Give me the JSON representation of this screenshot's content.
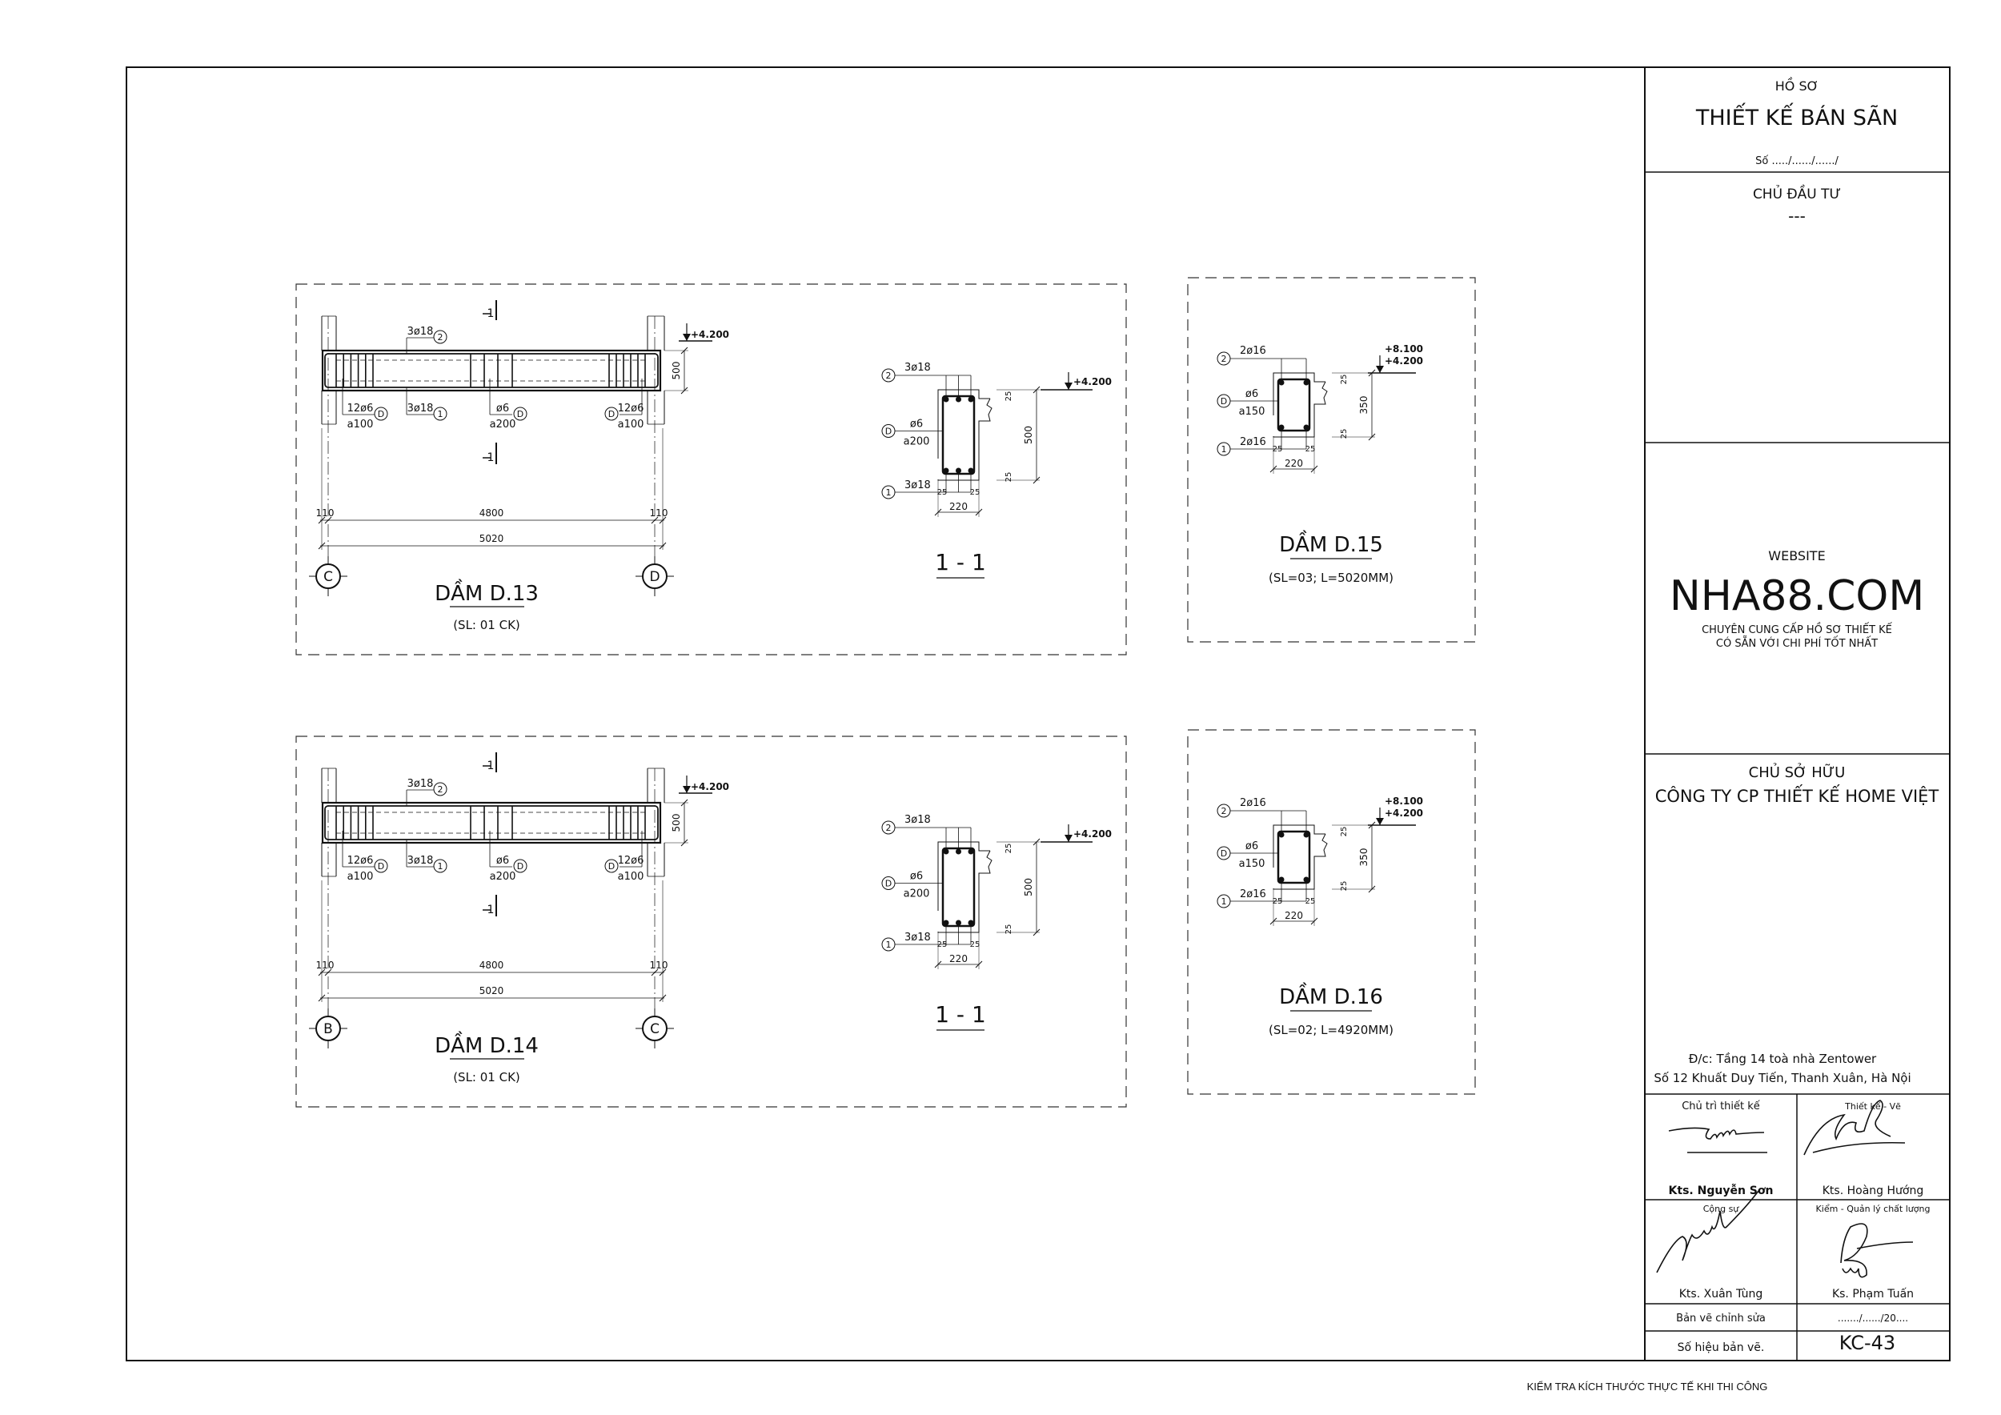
{
  "title_block": {
    "ho_so": "HỒ SƠ",
    "project_title": "THIẾT KẾ BÁN SÃN",
    "so": "Số ...../....../....../",
    "chu_dau_tu_label": "CHỦ ĐẦU TƯ",
    "chu_dau_tu_value": "---",
    "website_label": "WEBSITE",
    "website": "NHA88.COM",
    "slogan_line1": "CHUYÊN CUNG CẤP HỒ SƠ THIẾT KẾ",
    "slogan_line2": "CÓ SẴN VỚI CHI PHÍ TỐT NHẤT",
    "owner_label": "CHỦ SỞ HỮU",
    "owner": "CÔNG TY CP THIẾT KẾ HOME VIỆT",
    "address_line1": "Đ/c: Tầng 14 toà nhà Zentower",
    "address_line2": "Số 12 Khuất Duy Tiến, Thanh Xuân, Hà Nội",
    "roles": [
      {
        "role": "Chủ trì thiết kế",
        "name": "Kts. Nguyễn Sơn"
      },
      {
        "role": "Thiết kế - Vẽ",
        "name": "Kts. Hoàng Hướng"
      },
      {
        "role": "Cộng sự",
        "name": "Kts. Xuân Tùng"
      },
      {
        "role": "Kiểm - Quản lý chất lượng",
        "name": "Ks. Phạm Tuấn"
      }
    ],
    "revision_label": "Bản vẽ chỉnh sửa",
    "revision_value": "......./....../20....",
    "sheet_no_label": "Số hiệu bản vẽ.",
    "sheet_no": "KC-43"
  },
  "footer_note": "KIỂM TRA KÍCH THƯỚC THỰC TẾ KHI THI CÔNG",
  "elevations": [
    {
      "title": "DẦM D.13",
      "subtitle": "(SL: 01 CK)",
      "axis_left": "C",
      "axis_right": "D",
      "top_bar": "3ø18",
      "top_mark": "2",
      "bot_bar": "3ø18",
      "bot_mark": "1",
      "stirrup_mark": "D",
      "end_stirrup": "12ø6",
      "end_spacing": "a100",
      "mid_stirrup": "ø6",
      "mid_spacing": "a200",
      "level": "+4.200",
      "depth": "500",
      "offset": "110",
      "span": "4800",
      "total": "5020",
      "cut": "1",
      "section": {
        "title": "1 - 1",
        "top_bar": "3ø18",
        "top_mark": "2",
        "bot_bar": "3ø18",
        "bot_mark": "1",
        "stirrup_mark": "D",
        "stirrup": "ø6",
        "spacing": "a200",
        "level": "+4.200",
        "depth": "500",
        "width": "220",
        "cover": "25"
      }
    },
    {
      "title": "DẦM D.14",
      "subtitle": "(SL: 01 CK)",
      "axis_left": "B",
      "axis_right": "C",
      "top_bar": "3ø18",
      "top_mark": "2",
      "bot_bar": "3ø18",
      "bot_mark": "1",
      "stirrup_mark": "D",
      "end_stirrup": "12ø6",
      "end_spacing": "a100",
      "mid_stirrup": "ø6",
      "mid_spacing": "a200",
      "level": "+4.200",
      "depth": "500",
      "offset": "110",
      "span": "4800",
      "total": "5020",
      "cut": "1",
      "section": {
        "title": "1 - 1",
        "top_bar": "3ø18",
        "top_mark": "2",
        "bot_bar": "3ø18",
        "bot_mark": "1",
        "stirrup_mark": "D",
        "stirrup": "ø6",
        "spacing": "a200",
        "level": "+4.200",
        "depth": "500",
        "width": "220",
        "cover": "25"
      }
    }
  ],
  "sections": [
    {
      "title": "DẦM D.15",
      "subtitle": "(SL=03; L=5020MM)",
      "top_bar": "2ø16",
      "top_mark": "2",
      "bot_bar": "2ø16",
      "bot_mark": "1",
      "stirrup_mark": "D",
      "stirrup": "ø6",
      "spacing": "a150",
      "level_upper": "+8.100",
      "level_lower": "+4.200",
      "depth": "350",
      "width": "220",
      "cover": "25"
    },
    {
      "title": "DẦM D.16",
      "subtitle": "(SL=02; L=4920MM)",
      "top_bar": "2ø16",
      "top_mark": "2",
      "bot_bar": "2ø16",
      "bot_mark": "1",
      "stirrup_mark": "D",
      "stirrup": "ø6",
      "spacing": "a150",
      "level_upper": "+8.100",
      "level_lower": "+4.200",
      "depth": "350",
      "width": "220",
      "cover": "25"
    }
  ]
}
